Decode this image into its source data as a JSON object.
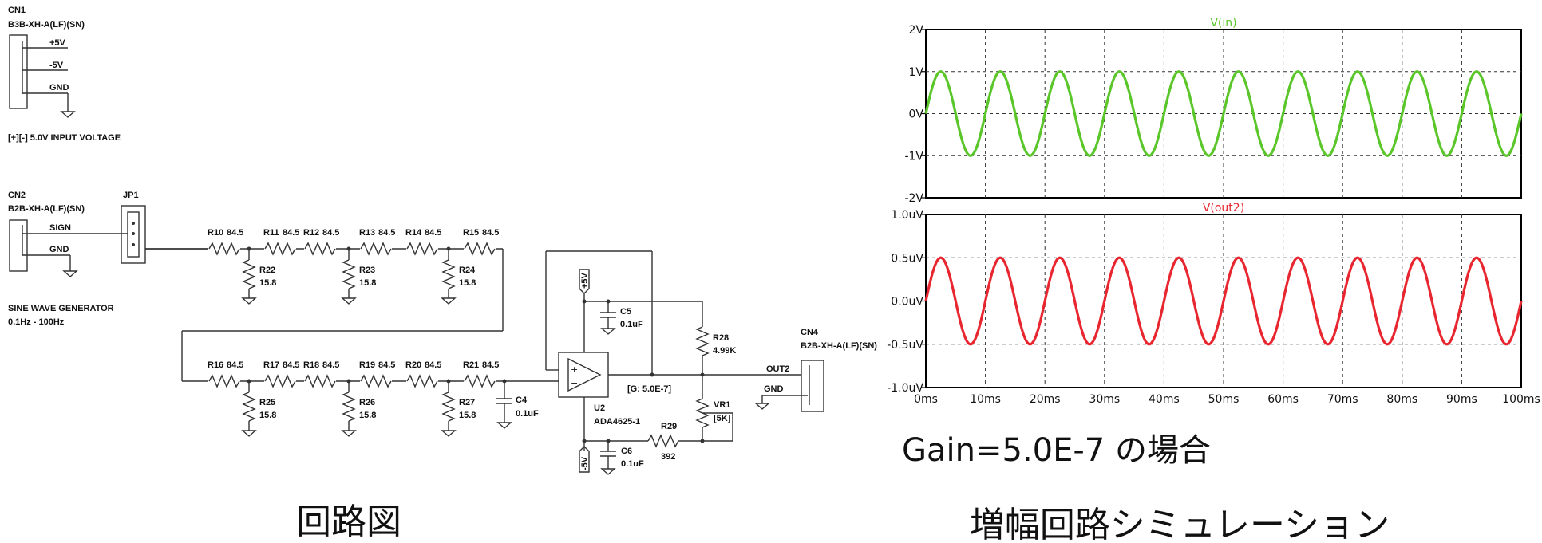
{
  "schematic": {
    "cn1": {
      "name": "CN1",
      "part": "B3B-XH-A(LF)(SN)",
      "pins": [
        "+5V",
        "-5V",
        "GND"
      ],
      "note": "[+][-] 5.0V INPUT VOLTAGE"
    },
    "cn2": {
      "name": "CN2",
      "part": "B2B-XH-A(LF)(SN)",
      "pins": [
        "SIGN",
        "GND"
      ],
      "note1": "SINE WAVE GENERATOR",
      "note2": "0.1Hz - 100Hz"
    },
    "jp1": "JP1",
    "series_row1": [
      {
        "ref": "R10",
        "val": "84.5"
      },
      {
        "ref": "R11",
        "val": "84.5"
      },
      {
        "ref": "R12",
        "val": "84.5"
      },
      {
        "ref": "R13",
        "val": "84.5"
      },
      {
        "ref": "R14",
        "val": "84.5"
      },
      {
        "ref": "R15",
        "val": "84.5"
      }
    ],
    "shunt_row1": [
      {
        "ref": "R22",
        "val": "15.8"
      },
      {
        "ref": "R23",
        "val": "15.8"
      },
      {
        "ref": "R24",
        "val": "15.8"
      }
    ],
    "series_row2": [
      {
        "ref": "R16",
        "val": "84.5"
      },
      {
        "ref": "R17",
        "val": "84.5"
      },
      {
        "ref": "R18",
        "val": "84.5"
      },
      {
        "ref": "R19",
        "val": "84.5"
      },
      {
        "ref": "R20",
        "val": "84.5"
      },
      {
        "ref": "R21",
        "val": "84.5"
      }
    ],
    "shunt_row2": [
      {
        "ref": "R25",
        "val": "15.8"
      },
      {
        "ref": "R26",
        "val": "15.8"
      },
      {
        "ref": "R27",
        "val": "15.8"
      }
    ],
    "c4": {
      "ref": "C4",
      "val": "0.1uF"
    },
    "c5": {
      "ref": "C5",
      "val": "0.1uF"
    },
    "c6": {
      "ref": "C6",
      "val": "0.1uF"
    },
    "u2": {
      "ref": "U2",
      "val": "ADA4625-1"
    },
    "gain_note": "[G: 5.0E-7]",
    "r28": {
      "ref": "R28",
      "val": "4.99K"
    },
    "vr1": {
      "ref": "VR1",
      "val": "[5K]"
    },
    "r29": {
      "ref": "R29",
      "val": "392"
    },
    "plus_rail": "+5V",
    "minus_rail": "-5V",
    "out2": "OUT2",
    "gnd": "GND",
    "cn4": {
      "name": "CN4",
      "part": "B2B-XH-A(LF)(SN)"
    }
  },
  "caption_left": "回路図",
  "caption_right": "増幅回路シミュレーション",
  "gain_caption": "Gain=5.0E-7 の場合",
  "chart_data": [
    {
      "type": "line",
      "title": "V(in)",
      "series": [
        {
          "name": "V(in)",
          "color": "#5ac62a",
          "amplitude": 1,
          "frequency_hz": 100
        }
      ],
      "x": {
        "min": 0,
        "max": 100,
        "unit": "ms"
      },
      "ylim": [
        -2,
        2
      ],
      "yticks": [
        "2V",
        "1V",
        "0V",
        "-1V",
        "-2V"
      ],
      "grid": true
    },
    {
      "type": "line",
      "title": "V(out2)",
      "series": [
        {
          "name": "V(out2)",
          "color": "#e8262f",
          "amplitude": 0.5,
          "frequency_hz": 100
        }
      ],
      "x": {
        "min": 0,
        "max": 100,
        "unit": "ms"
      },
      "ylim": [
        -1,
        1
      ],
      "yticks": [
        "1.0uV",
        "0.5uV",
        "0.0uV",
        "-0.5uV",
        "-1.0uV"
      ],
      "xticks": [
        "0ms",
        "10ms",
        "20ms",
        "30ms",
        "40ms",
        "50ms",
        "60ms",
        "70ms",
        "80ms",
        "90ms",
        "100ms"
      ],
      "grid": true
    }
  ]
}
